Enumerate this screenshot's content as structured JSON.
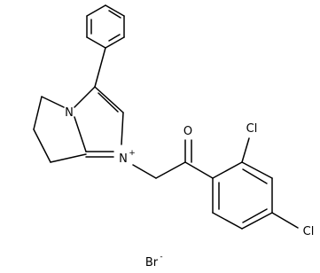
{
  "molecule": {
    "atoms": {
      "n_bridge": "N",
      "n_cation": "N",
      "n_cation_charge": "+",
      "oxygen": "O",
      "cl_ortho": "Cl",
      "cl_para": "Cl"
    },
    "counterion": {
      "symbol": "Br",
      "charge": "-"
    }
  }
}
